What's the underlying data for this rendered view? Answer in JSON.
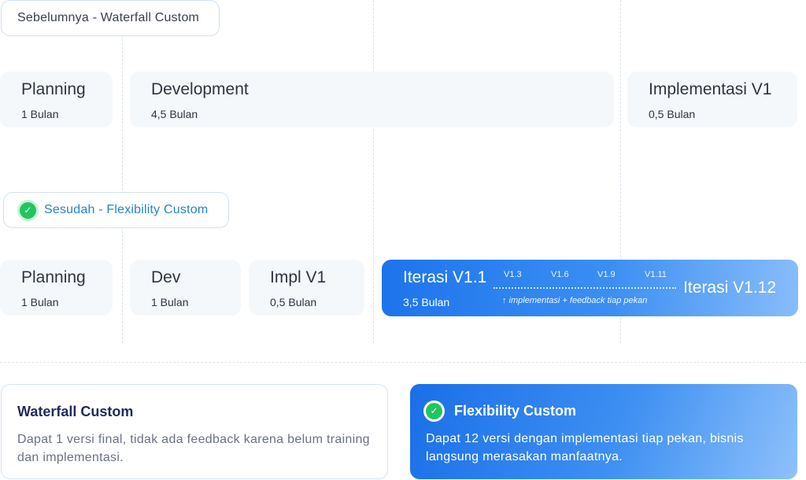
{
  "before": {
    "label": "Sebelumnya - Waterfall Custom",
    "phases": [
      {
        "name": "Planning",
        "duration": "1 Bulan"
      },
      {
        "name": "Development",
        "duration": "4,5 Bulan"
      },
      {
        "name": "Implementasi V1",
        "duration": "0,5 Bulan"
      }
    ]
  },
  "after": {
    "label": "Sesudah - Flexibility Custom",
    "check_icon": "check-circle-icon",
    "phases": [
      {
        "name": "Planning",
        "duration": "1 Bulan"
      },
      {
        "name": "Dev",
        "duration": "1 Bulan"
      },
      {
        "name": "Impl V1",
        "duration": "0,5 Bulan"
      }
    ],
    "iteration": {
      "name": "Iterasi V1.1",
      "duration": "3,5 Bulan",
      "versions": [
        "V1.3",
        "V1.6",
        "V1.9",
        "V1.11"
      ],
      "note": "↑  implementasi + feedback tiap pekan",
      "end": "Iterasi V1.12"
    }
  },
  "cards": {
    "waterfall": {
      "title": "Waterfall Custom",
      "body": "Dapat 1 versi final, tidak ada feedback karena belum training dan implementasi."
    },
    "flexibility": {
      "title": "Flexibility Custom",
      "body": "Dapat 12 versi dengan implementasi tiap pekan, bisnis langsung merasakan manfaatnya."
    }
  },
  "colors": {
    "accent": "#1d74ec",
    "success": "#22c55e",
    "phase_bg": "#f5f8fb",
    "title_dark": "#1f2a5c"
  }
}
